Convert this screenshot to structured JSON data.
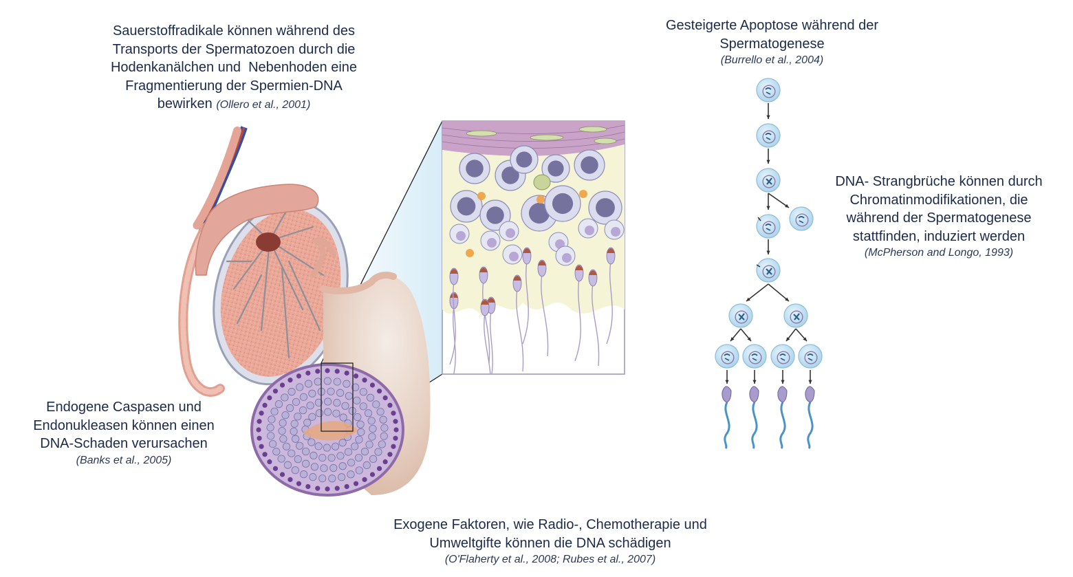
{
  "figure": {
    "title": "Ursachen von Spermien-DNA-Schäden",
    "colors": {
      "text": "#1b2a4a",
      "cell_fill": "#bfe0f2",
      "cell_stroke": "#8fbbd8",
      "nucleus_stroke": "#8a7aa8",
      "chromosome": "#2b5c8a",
      "sperm_head": "#a79ccc",
      "sperm_tail": "#4a93c9",
      "arrow": "#333333",
      "tubule_fill": "#c9b8d9",
      "testis_fill": "#e9a99a",
      "epididymis": "#e3a69a"
    }
  },
  "annotations": {
    "oxygen_radicals": {
      "lines": [
        "Sauerstoffradikale können während des",
        "Transports der Spermatozoen durch die",
        "Hodenkanälchen und  Nebenhoden eine",
        "Fragmentierung der Spermien-DNA",
        "bewirken"
      ],
      "citation": "(Ollero et al., 2001)"
    },
    "apoptosis": {
      "lines": [
        "Gesteigerte Apoptose während der",
        "Spermatogenese"
      ],
      "citation": "(Burrello et al., 2004)"
    },
    "strand_breaks": {
      "lines": [
        "DNA- Strangbrüche können durch",
        "Chromatinmodifikationen, die",
        "während der Spermatogenese",
        "stattfinden, induziert werden"
      ],
      "citation": "(McPherson and Longo, 1993)"
    },
    "caspases": {
      "lines": [
        "Endogene Caspasen und",
        "Endonukleasen können einen",
        "DNA-Schaden verursachen"
      ],
      "citation": "(Banks et al., 2005)"
    },
    "exogenous": {
      "lines": [
        "Exogene Faktoren, wie Radio-, Chemotherapie und",
        "Umweltgifte können die DNA schädigen"
      ],
      "citation": "(O'Flaherty et al., 2008; Rubes et al., 2007)"
    }
  },
  "spermatogenesis": {
    "stages": [
      "spermatogonium",
      "spermatogonium",
      "primary-spermatocyte",
      "apoptotic-cell",
      "spermatocyte",
      "spermatocyte",
      "secondary-spermatocytes",
      "spermatids",
      "spermatozoa"
    ],
    "spermatid_count": 4,
    "sperm_count": 4
  }
}
